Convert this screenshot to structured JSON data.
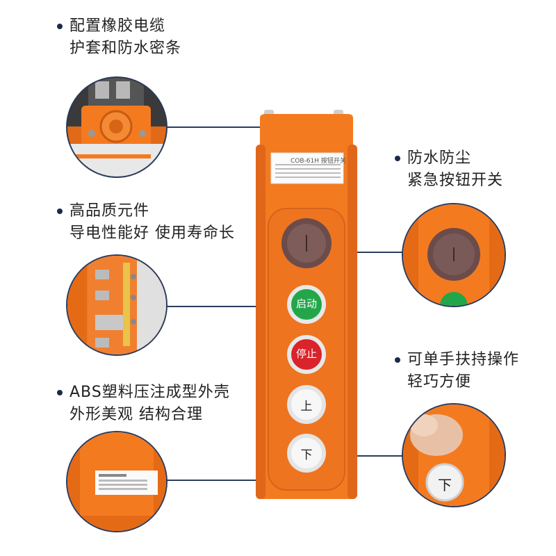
{
  "features": {
    "cable": {
      "line1": "配置橡胶电缆",
      "line2": "护套和防水密条"
    },
    "components": {
      "line1": "高品质元件",
      "line2": "导电性能好 使用寿命长"
    },
    "shell": {
      "line1": "ABS塑料压注成型外壳",
      "line2": "外形美观 结构合理"
    },
    "waterproof": {
      "line1": "防水防尘",
      "line2": "紧急按钮开关"
    },
    "handheld": {
      "line1": "可单手扶持操作",
      "line2": "轻巧方便"
    }
  },
  "device": {
    "model_label": "COB-61H",
    "brand_suffix": "按钮开关",
    "buttons": {
      "start": "启动",
      "stop": "停止",
      "up": "上",
      "down": "下"
    }
  },
  "colors": {
    "orange": "#f47a20",
    "green": "#23a64a",
    "red": "#d9242b",
    "line": "#2a3b5c"
  }
}
